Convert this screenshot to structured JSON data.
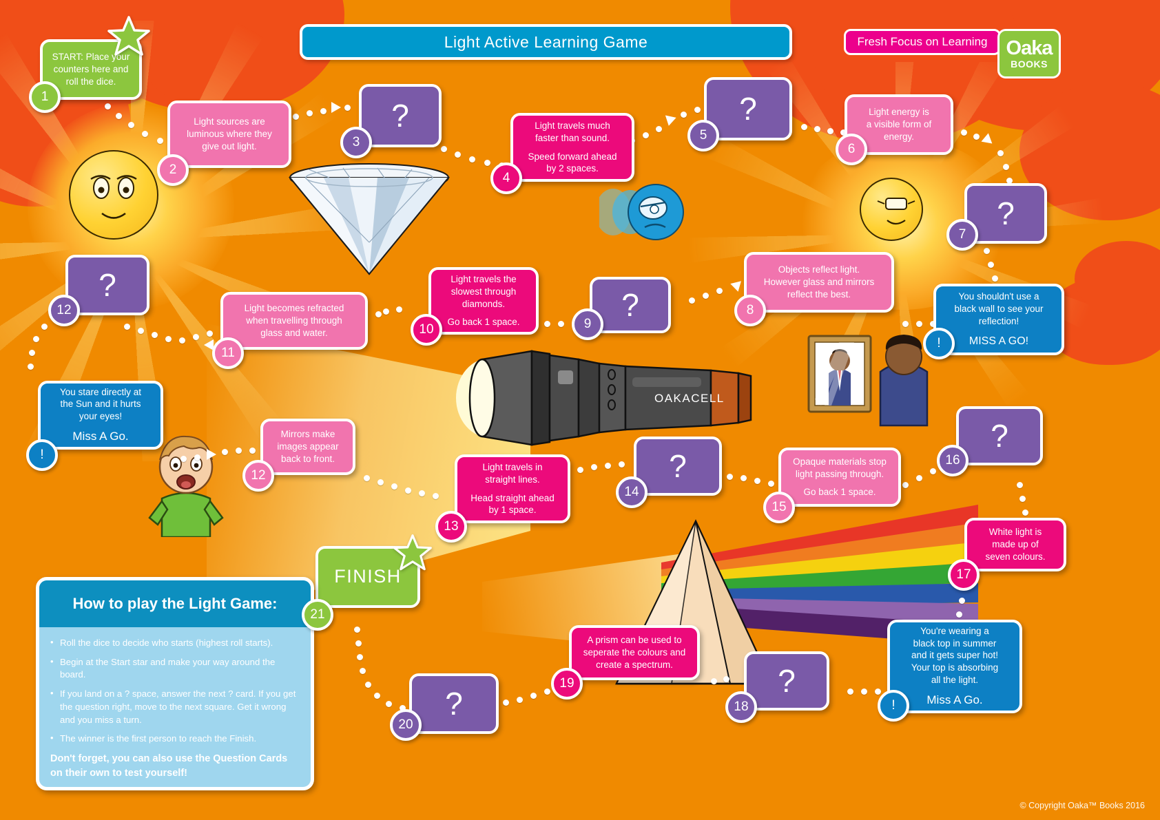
{
  "header": {
    "title": "Light Active Learning Game",
    "tagline": "Fresh Focus on Learning",
    "logo_name": "Oaka",
    "logo_sub": "BOOKS"
  },
  "footer": {
    "copyright": "© Copyright Oaka™ Books 2016"
  },
  "howto": {
    "title": "How to play the Light Game:",
    "bullets": [
      "Roll the dice to decide who starts (highest roll starts).",
      "Begin at the Start star and make your way around the board.",
      "If you land on a ? space, answer the next ? card. If you get the question right, move to the next square. Get it wrong and you miss a turn.",
      "The winner is the first person to reach the Finish."
    ],
    "note": "Don't forget, you can also use the Question Cards on their own to test yourself!"
  },
  "spaces": [
    {
      "num": "1",
      "type": "start",
      "color": "green",
      "lines": [
        "START: Place your",
        "counters here and",
        "roll the dice."
      ]
    },
    {
      "num": "2",
      "type": "fact",
      "color": "pink",
      "lines": [
        "Light sources are",
        "luminous where they",
        "give out light."
      ]
    },
    {
      "num": "3",
      "type": "question",
      "color": "purple",
      "lines": [
        "?"
      ]
    },
    {
      "num": "4",
      "type": "action",
      "color": "magenta",
      "lines": [
        "Light travels much",
        "faster than sound."
      ],
      "para": [
        "Speed forward ahead",
        "by 2 spaces."
      ]
    },
    {
      "num": "5",
      "type": "question",
      "color": "purple",
      "lines": [
        "?"
      ]
    },
    {
      "num": "6",
      "type": "fact",
      "color": "pink",
      "lines": [
        "Light energy is",
        "a visible form of",
        "energy."
      ]
    },
    {
      "num": "7",
      "type": "question",
      "color": "purple",
      "lines": [
        "?"
      ]
    },
    {
      "num": "!",
      "type": "penalty",
      "color": "blue",
      "lines": [
        "You shouldn't use a",
        "black wall to see your",
        "reflection!"
      ],
      "para": [
        "MISS A GO!"
      ]
    },
    {
      "num": "8",
      "type": "fact",
      "color": "pink",
      "lines": [
        "Objects reflect light.",
        "However glass and mirrors",
        "reflect the best."
      ]
    },
    {
      "num": "9",
      "type": "question",
      "color": "purple",
      "lines": [
        "?"
      ]
    },
    {
      "num": "10",
      "type": "action",
      "color": "magenta",
      "lines": [
        "Light travels the",
        "slowest through",
        "diamonds."
      ],
      "para": [
        "Go back 1 space."
      ]
    },
    {
      "num": "11",
      "type": "fact",
      "color": "pink",
      "lines": [
        "Light becomes refracted",
        "when travelling through",
        "glass and water."
      ]
    },
    {
      "num": "12",
      "type": "question",
      "color": "purple",
      "lines": [
        "?"
      ]
    },
    {
      "num": "!2",
      "type": "penalty",
      "color": "blue",
      "lines": [
        "You stare directly at",
        "the Sun and it hurts",
        "your eyes!"
      ],
      "para": [
        "Miss A Go."
      ]
    },
    {
      "num": "12",
      "type": "fact",
      "color": "pink",
      "lines": [
        "Mirrors make",
        "images appear",
        "back to front."
      ]
    },
    {
      "num": "13",
      "type": "action",
      "color": "magenta",
      "lines": [
        "Light travels in",
        "straight lines."
      ],
      "para": [
        "Head straight ahead",
        "by 1 space."
      ]
    },
    {
      "num": "14",
      "type": "question",
      "color": "purple",
      "lines": [
        "?"
      ]
    },
    {
      "num": "15",
      "type": "action",
      "color": "pink",
      "lines": [
        "Opaque materials stop",
        "light passing through."
      ],
      "para": [
        "Go back 1 space."
      ]
    },
    {
      "num": "16",
      "type": "question",
      "color": "purple",
      "lines": [
        "?"
      ]
    },
    {
      "num": "17",
      "type": "fact",
      "color": "magenta",
      "lines": [
        "White light is",
        "made up of",
        "seven colours."
      ]
    },
    {
      "num": "!3",
      "type": "penalty",
      "color": "blue",
      "lines": [
        "You're wearing a",
        "black top in summer",
        "and it gets super hot!",
        "Your top is absorbing",
        "all the light."
      ],
      "para": [
        "Miss A Go."
      ]
    },
    {
      "num": "18",
      "type": "question",
      "color": "purple",
      "lines": [
        "?"
      ]
    },
    {
      "num": "19",
      "type": "fact",
      "color": "magenta",
      "lines": [
        "A prism can be used to",
        "seperate the colours and",
        "create a spectrum."
      ]
    },
    {
      "num": "20",
      "type": "question",
      "color": "purple",
      "lines": [
        "?"
      ]
    },
    {
      "num": "21",
      "type": "finish",
      "color": "green",
      "lines": [
        "FINISH"
      ]
    }
  ],
  "labels": {
    "card_1": {
      "l1": "START: Place your",
      "l2": "counters here and",
      "l3": "roll the dice.",
      "num": "1"
    },
    "card_2": {
      "l1": "Light sources are",
      "l2": "luminous where they",
      "l3": "give out light.",
      "num": "2"
    },
    "card_3": {
      "q": "?",
      "num": "3"
    },
    "card_4": {
      "l1": "Light travels much",
      "l2": "faster than sound.",
      "p1": "Speed forward ahead",
      "p2": "by 2 spaces.",
      "num": "4"
    },
    "card_5": {
      "q": "?",
      "num": "5"
    },
    "card_6": {
      "l1": "Light energy is",
      "l2": "a visible form of",
      "l3": "energy.",
      "num": "6"
    },
    "card_7": {
      "q": "?",
      "num": "7"
    },
    "card_ex1": {
      "l1": "You shouldn't use a",
      "l2": "black wall to see your",
      "l3": "reflection!",
      "p1": "MISS A GO!",
      "num": "!"
    },
    "card_8": {
      "l1": "Objects reflect light.",
      "l2": "However glass and mirrors",
      "l3": "reflect the best.",
      "num": "8"
    },
    "card_9": {
      "q": "?",
      "num": "9"
    },
    "card_10": {
      "l1": "Light travels the",
      "l2": "slowest through",
      "l3": "diamonds.",
      "p1": "Go back 1 space.",
      "num": "10"
    },
    "card_11": {
      "l1": "Light becomes refracted",
      "l2": "when travelling through",
      "l3": "glass and water.",
      "num": "11"
    },
    "card_12q": {
      "q": "?",
      "num": "12"
    },
    "card_ex2": {
      "l1": "You stare directly at",
      "l2": "the Sun and it hurts",
      "l3": "your eyes!",
      "p1": "Miss A Go.",
      "num": "!"
    },
    "card_12m": {
      "l1": "Mirrors make",
      "l2": "images appear",
      "l3": "back to front.",
      "num": "12"
    },
    "card_13": {
      "l1": "Light travels in",
      "l2": "straight lines.",
      "p1": "Head straight ahead",
      "p2": "by 1 space.",
      "num": "13"
    },
    "card_14": {
      "q": "?",
      "num": "14"
    },
    "card_15": {
      "l1": "Opaque materials stop",
      "l2": "light passing through.",
      "p1": "Go back 1 space.",
      "num": "15"
    },
    "card_16": {
      "q": "?",
      "num": "16"
    },
    "card_17": {
      "l1": "White light is",
      "l2": "made up of",
      "l3": "seven colours.",
      "num": "17"
    },
    "card_ex3": {
      "l1": "You're wearing a",
      "l2": "black top in summer",
      "l3": "and it gets super hot!",
      "l4": "Your top is absorbing",
      "l5": "all the light.",
      "p1": "Miss A Go.",
      "num": "!"
    },
    "card_18": {
      "q": "?",
      "num": "18"
    },
    "card_19": {
      "l1": "A prism can be used to",
      "l2": "seperate the colours and",
      "l3": "create a spectrum.",
      "num": "19"
    },
    "card_20": {
      "q": "?",
      "num": "20"
    },
    "card_21": {
      "l1": "FINISH",
      "num": "21"
    }
  },
  "illustrations": {
    "torch_brand": "OAKACELL",
    "items": [
      "sun-face",
      "diamond",
      "moon-face",
      "sun-character",
      "torch",
      "mirror-reflection",
      "boy-character",
      "prism-spectrum"
    ]
  },
  "colors": {
    "background": "#f08a00",
    "blob": "#f04e18",
    "title_bar": "#0099cc",
    "tagline": "#ec008c",
    "logo": "#8cc63e",
    "magenta": "#ec0a7b",
    "pink": "#f174ae",
    "purple": "#7a5aa8",
    "blue": "#0d80c4",
    "green": "#8cc63e",
    "white": "#ffffff"
  }
}
